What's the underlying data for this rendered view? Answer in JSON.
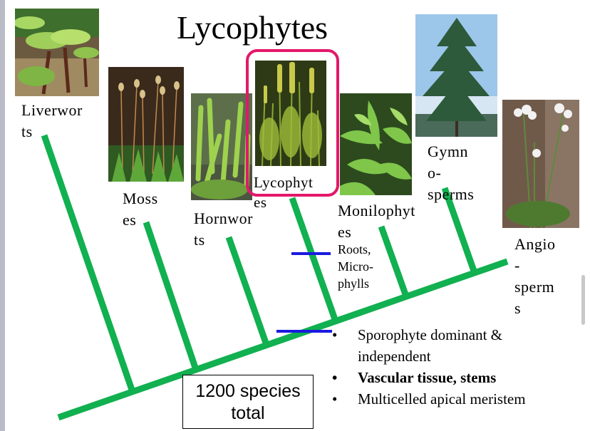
{
  "title": "Lycophytes",
  "labels": {
    "liverworts": [
      "Liverwor",
      "ts"
    ],
    "mosses": [
      "Moss",
      "es"
    ],
    "hornworts": [
      "Hornwor",
      "ts"
    ],
    "lycophytes": [
      "Lycophyt",
      "es"
    ],
    "monilophytes": [
      "Monilophyt",
      "es"
    ],
    "gymnosperms": [
      "Gymn",
      "o-",
      "sperms"
    ],
    "angiosperms": [
      "Angio",
      "-",
      "sperm",
      "s"
    ]
  },
  "annotations": {
    "roots_microphylls": [
      "Roots,",
      "Micro-",
      "phylls"
    ]
  },
  "bullets": [
    {
      "lines": [
        "Sporophyte dominant &",
        "independent"
      ],
      "bold": false
    },
    {
      "lines": [
        "Vascular tissue, stems"
      ],
      "bold": true
    },
    {
      "lines": [
        "Multicelled apical meristem"
      ],
      "bold": false
    }
  ],
  "bullet_symbol": "•",
  "species_box": [
    "1200 species",
    "total"
  ],
  "photos": [
    "liverwort-photo",
    "moss-photo",
    "hornwort-photo",
    "lycophyte-photo",
    "fern-photo",
    "pine-photo",
    "flower-photo"
  ],
  "colors": {
    "tree": "#11b050",
    "marker": "#1a1adf",
    "highlight": "#e3186a"
  }
}
